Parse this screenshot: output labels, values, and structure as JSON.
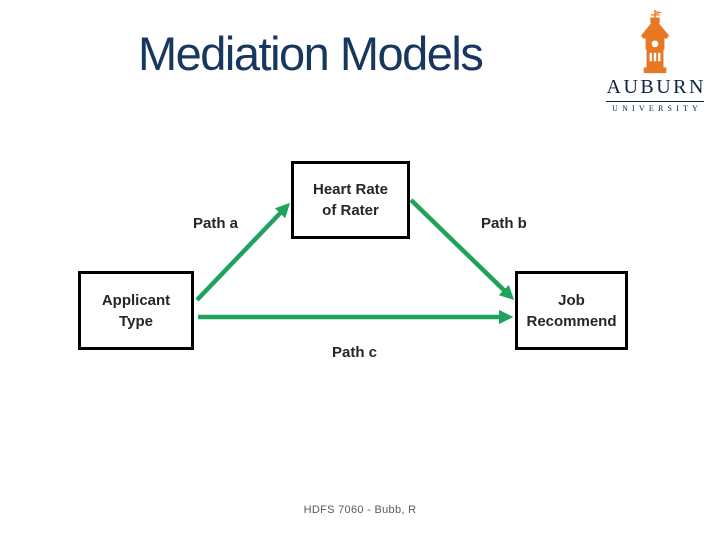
{
  "slide": {
    "title": "Mediation Models",
    "title_color": "#17375E",
    "background_color": "#FFFFFF",
    "footer": "HDFS 7060 - Bubb, R",
    "footer_color": "#595959"
  },
  "logo": {
    "wordmark": "AUBURN",
    "subtext": "UNIVERSITY",
    "orange": "#E87724",
    "navy": "#0C2340",
    "icon": "samford-tower-icon"
  },
  "diagram": {
    "arrow_color": "#1FA35C",
    "box_border_color": "#000000",
    "box_fill_color": "#FFFFFF",
    "box_text_color": "#262626",
    "boxes": {
      "mediator": {
        "line1": "Heart Rate",
        "line2": "of Rater"
      },
      "predictor": {
        "line1": "Applicant",
        "line2": "Type"
      },
      "outcome": {
        "line1": "Job",
        "line2": "Recommend"
      }
    },
    "path_labels": {
      "a": "Path a",
      "b": "Path b",
      "c": "Path c"
    }
  }
}
